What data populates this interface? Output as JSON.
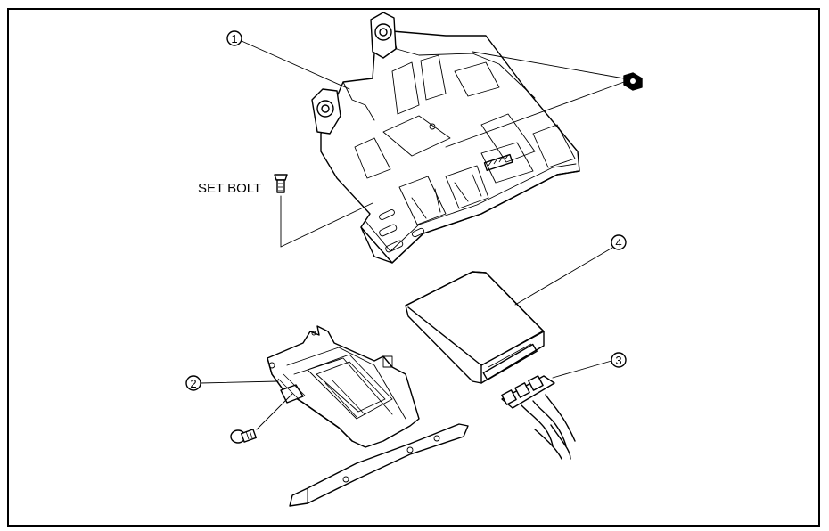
{
  "callouts": {
    "part1": "1",
    "part2": "2",
    "part3": "3",
    "part4": "4"
  },
  "labels": {
    "set_bolt": "SET BOLT"
  }
}
